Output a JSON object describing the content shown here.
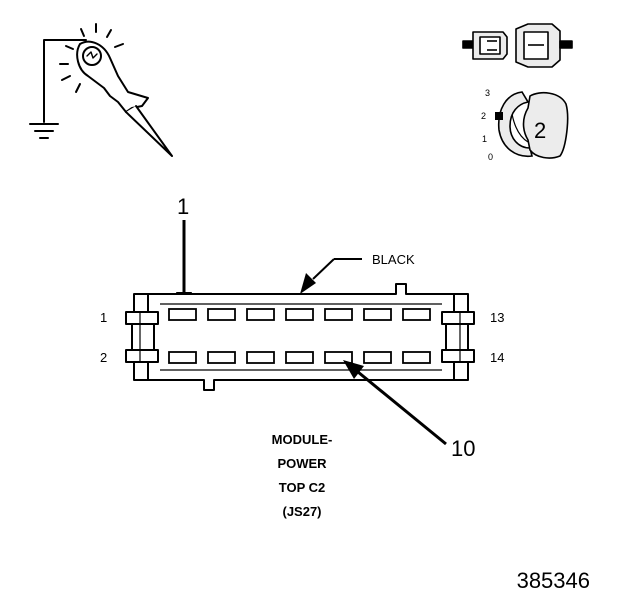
{
  "connector": {
    "wire_color": "BLACK",
    "pin_labels": {
      "top_left": "1",
      "bottom_left": "2",
      "top_right": "13",
      "bottom_right": "14"
    },
    "rows": 2,
    "cavities_per_row": 7
  },
  "callouts": [
    {
      "label": "1",
      "target": "pin 1"
    },
    {
      "label": "10",
      "target": "pin 10"
    }
  ],
  "module_caption": [
    "MODULE-",
    "POWER",
    "TOP C2",
    "(JS27)"
  ],
  "selector_knob": {
    "scale": [
      "3",
      "2",
      "1",
      "0"
    ],
    "value": "2"
  },
  "figure_id": "385346",
  "icons": [
    "test-light-probe-icon",
    "ground-symbol-icon",
    "connector-pair-icon",
    "selector-knob-icon"
  ],
  "colors": {
    "line": "#000000",
    "background": "#ffffff",
    "light_fill": "#ececec"
  }
}
